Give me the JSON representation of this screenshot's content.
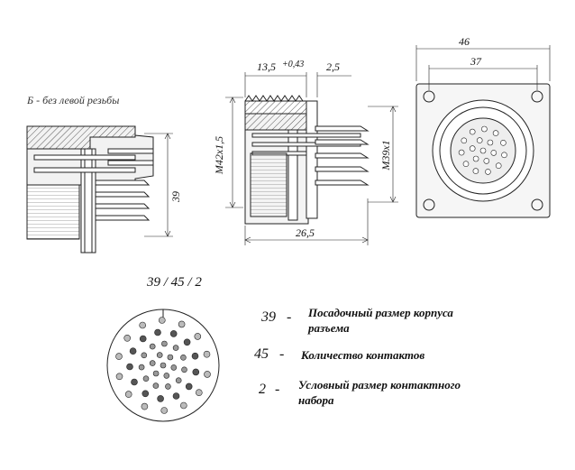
{
  "note": "Б - без левой резьбы",
  "dims": {
    "height_left": "39",
    "thread_dim": "13,5",
    "thread_tol": "+0,43",
    "flange": "2,5",
    "m42": "M42x1,5",
    "m39": "M39x1",
    "length": "26,5",
    "width_outer": "46",
    "width_inner": "37"
  },
  "code": "39 / 45 / 2",
  "legend": [
    {
      "num": "39",
      "dash": "-",
      "text": "Посадочный размер корпуса разъема"
    },
    {
      "num": "45",
      "dash": "-",
      "text": "Количество контактов"
    },
    {
      "num": "2",
      "dash": "-",
      "text": "Условный размер контактного набора"
    }
  ]
}
